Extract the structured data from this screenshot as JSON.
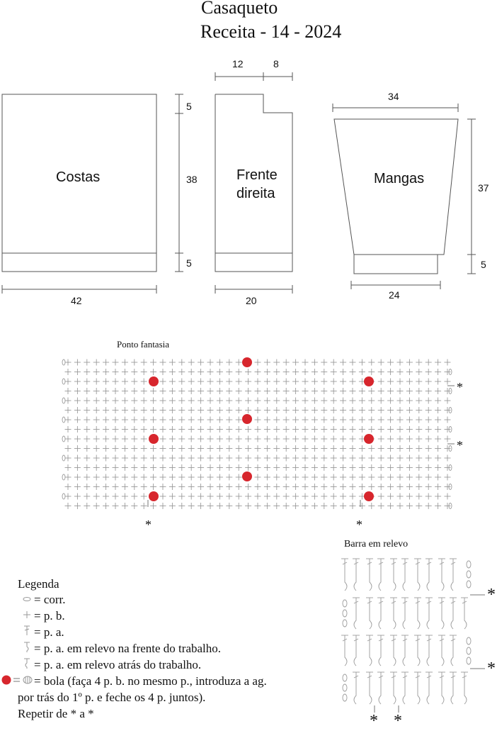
{
  "title": {
    "line1": "Casaqueto",
    "line2": "Receita - 14 - 2024"
  },
  "pieces": {
    "costas": {
      "label": "Costas",
      "width": "42",
      "h_top": "5",
      "h_body": "38",
      "h_rib": "5"
    },
    "frente": {
      "label_1": "Frente",
      "label_2": "direita",
      "top_a": "12",
      "top_b": "8",
      "width": "20"
    },
    "mangas": {
      "label": "Mangas",
      "top": "34",
      "height": "37",
      "rib": "5",
      "bottom": "24"
    }
  },
  "chart1": {
    "title": "Ponto fantasia",
    "repeat_mark": "*"
  },
  "chart2": {
    "title": "Barra em relevo",
    "repeat_mark": "*"
  },
  "legend": {
    "heading": "Legenda",
    "items": [
      "= corr.",
      "= p. b.",
      "= p. a.",
      "= p. a. em relevo na frente do trabalho.",
      "= p. a. em relevo atrás do trabalho.",
      "= bola (faça 4 p. b. no mesmo p., introduza a ag.",
      "por trás do 1º p. e feche os 4 p. juntos).",
      "Repetir de * a *"
    ]
  },
  "colors": {
    "bobble": "#d7262d",
    "line": "#555555",
    "symbol": "#9a9a9a"
  }
}
